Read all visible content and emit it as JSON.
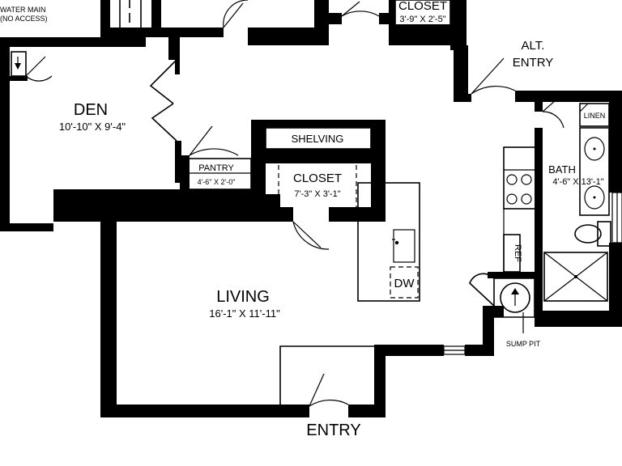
{
  "rooms": {
    "water_main": {
      "line1": "WATER MAIN",
      "line2": "(NO ACCESS)"
    },
    "closet_top": {
      "name": "CLOSET",
      "dims": "3'-9\" X 2'-5\""
    },
    "alt_entry": {
      "line1": "ALT.",
      "line2": "ENTRY"
    },
    "den": {
      "name": "DEN",
      "dims": "10'-10\" X 9'-4\""
    },
    "shelving": {
      "name": "SHELVING"
    },
    "pantry": {
      "name": "PANTRY",
      "dims": "4'-6\" X 2'-0\""
    },
    "closet_mid": {
      "name": "CLOSET",
      "dims": "7'-3\" X 3'-1\""
    },
    "linen": {
      "name": "LINEN"
    },
    "bath": {
      "name": "BATH",
      "dims": "4'-6\" X 13'-1\""
    },
    "dw": {
      "name": "DW"
    },
    "ref": {
      "name": "REF"
    },
    "living": {
      "name": "LIVING",
      "dims": "16'-1\" X 11'-11\""
    },
    "sump_pit": {
      "name": "SUMP PIT"
    },
    "entry": {
      "name": "ENTRY"
    }
  }
}
